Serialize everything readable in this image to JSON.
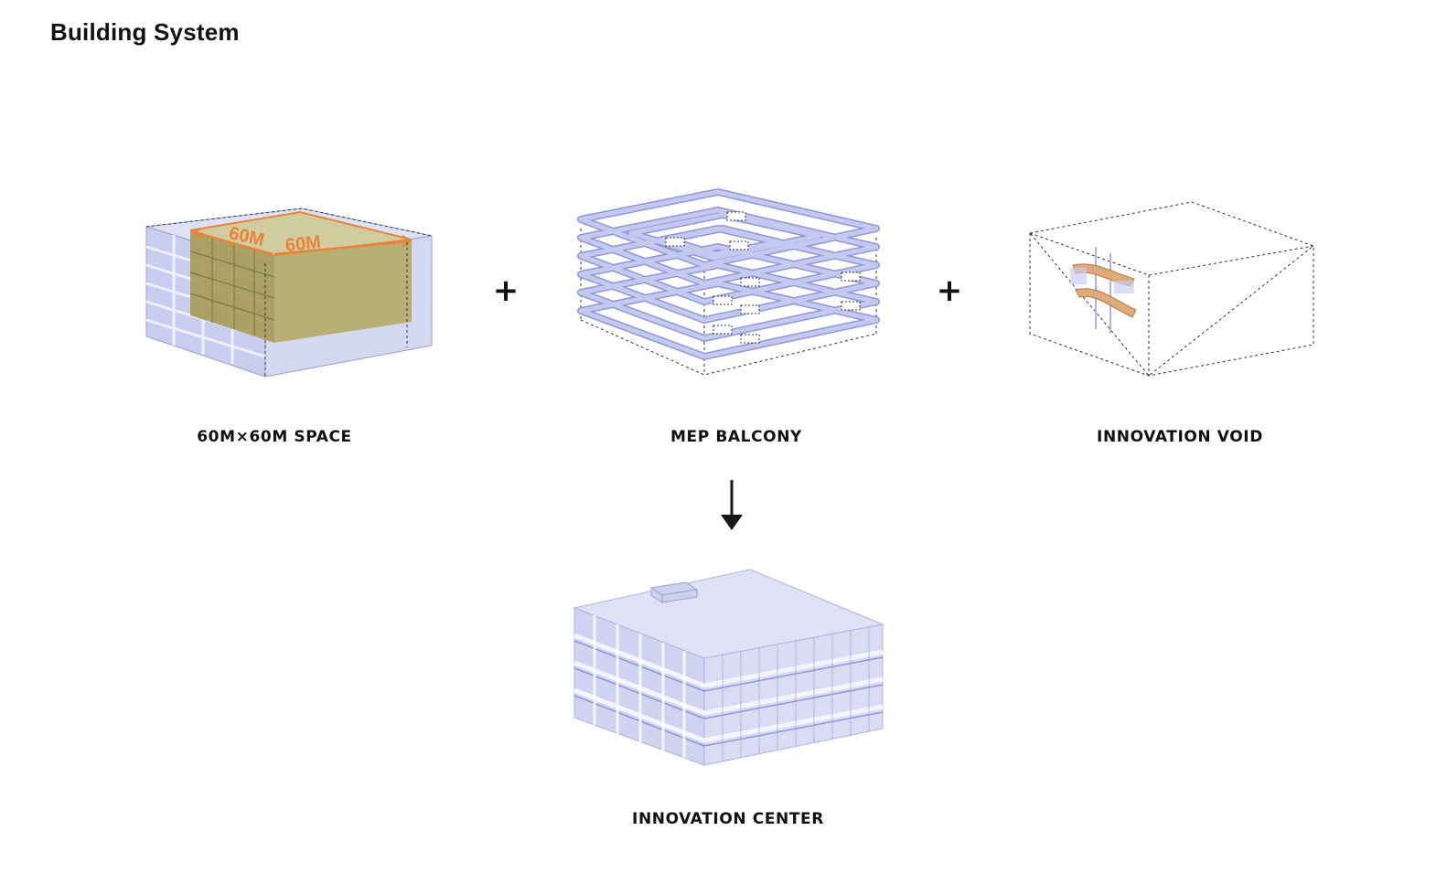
{
  "title": "Building System",
  "components": [
    {
      "label": "60M×60M SPACE",
      "dimension_labels": [
        "60M",
        "60M"
      ]
    },
    {
      "label": "MEP BALCONY"
    },
    {
      "label": "INNOVATION VOID"
    }
  ],
  "operator": "+",
  "result": {
    "label": "INNOVATION CENTER"
  },
  "colors": {
    "glass_blue": "#b9c0ec",
    "slab_blue": "#c4c9f0",
    "slab_edge": "#8f97d6",
    "highlight_olive": "#b5ab6a",
    "dimension_orange": "#e8843a",
    "bridge_wood": "#e0a979",
    "dashed_line": "#333333",
    "arrow": "#1a1414"
  }
}
